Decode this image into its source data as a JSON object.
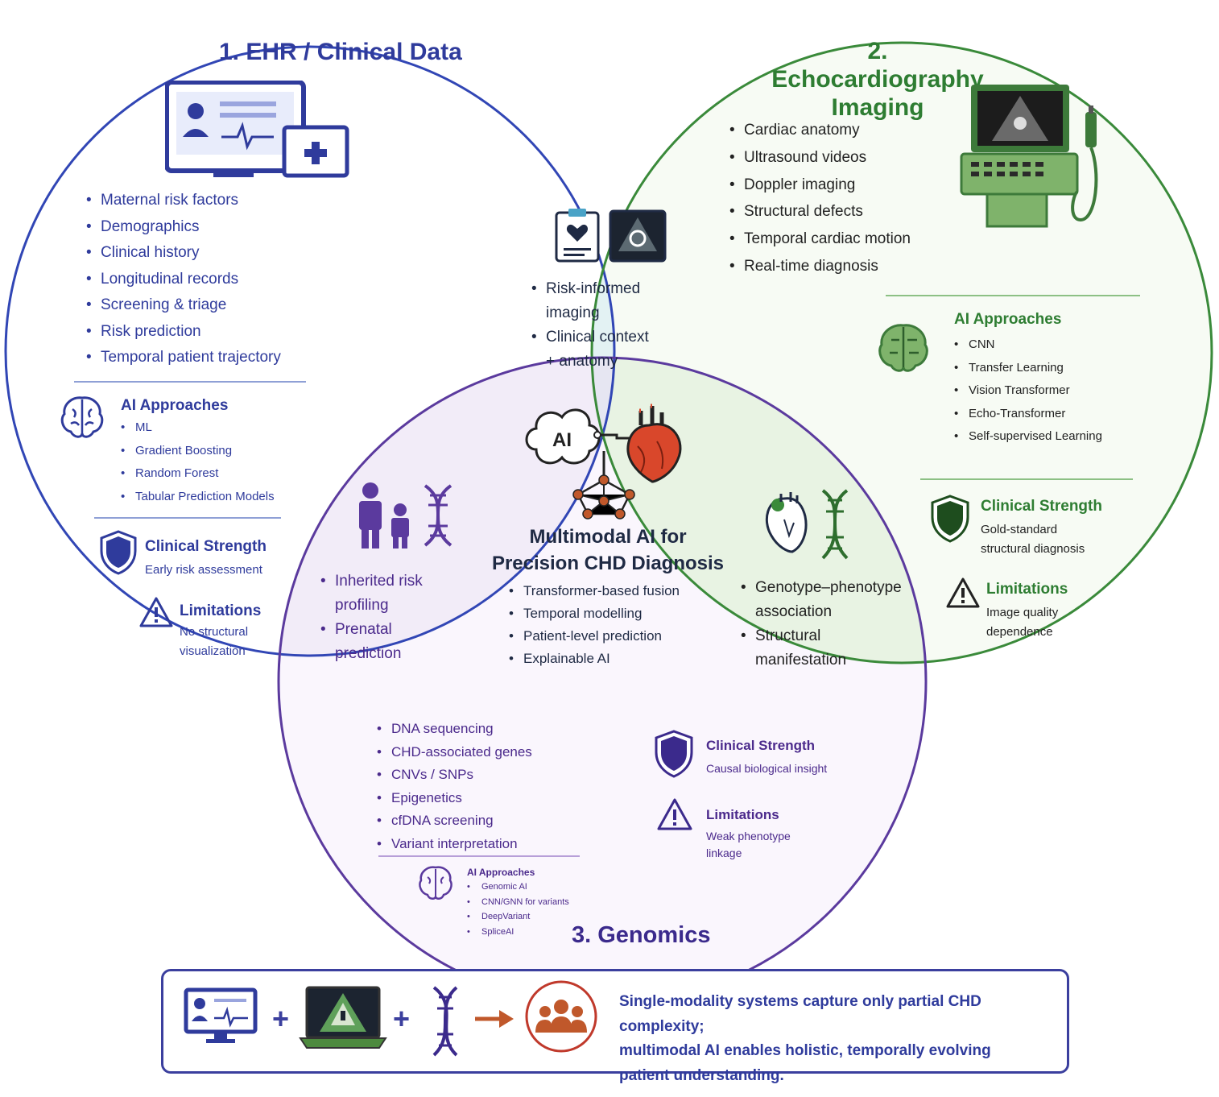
{
  "colors": {
    "ehr": "#2f3b9c",
    "echo": "#2e7d32",
    "genomics": "#5b3a9e",
    "heart": "#c0392b"
  },
  "ehr": {
    "title": "1. EHR / Clinical Data",
    "items": [
      "Maternal risk factors",
      "Demographics",
      "Clinical history",
      "Longitudinal records",
      "Screening & triage",
      "Risk prediction",
      "Temporal patient trajectory"
    ],
    "ai_title": "AI Approaches",
    "ai_items": [
      "ML",
      "Gradient Boosting",
      "Random Forest",
      "Tabular Prediction Models"
    ],
    "strength_title": "Clinical Strength",
    "strength_text": "Early risk assessment",
    "limit_title": "Limitations",
    "limit_text": [
      "No structural",
      "visualization"
    ]
  },
  "echo": {
    "title_lines": [
      "2. Echocardiography",
      "Imaging"
    ],
    "items": [
      "Cardiac anatomy",
      "Ultrasound videos",
      "Doppler imaging",
      "Structural defects",
      "Temporal cardiac motion",
      "Real-time diagnosis"
    ],
    "ai_title": "AI Approaches",
    "ai_items": [
      "CNN",
      "Transfer Learning",
      "Vision Transformer",
      "Echo-Transformer",
      "Self-supervised Learning"
    ],
    "strength_title": "Clinical Strength",
    "strength_text": [
      "Gold-standard",
      "structural diagnosis"
    ],
    "limit_title": "Limitations",
    "limit_text": [
      "Image quality",
      "dependence"
    ]
  },
  "genomics": {
    "title": "3. Genomics",
    "items": [
      "DNA sequencing",
      "CHD-associated genes",
      "CNVs / SNPs",
      "Epigenetics",
      "cfDNA screening",
      "Variant interpretation"
    ],
    "ai_title": "AI Approaches",
    "ai_items": [
      "Genomic AI",
      "CNN/GNN for variants",
      "DeepVariant",
      "SpliceAI"
    ],
    "strength_title": "Clinical Strength",
    "strength_text": "Causal biological insight",
    "limit_title": "Limitations",
    "limit_text": [
      "Weak phenotype",
      "linkage"
    ]
  },
  "overlap_ehr_echo": {
    "items": [
      [
        "Risk-informed",
        "imaging"
      ],
      [
        "Clinical context",
        "+ anatomy"
      ]
    ]
  },
  "overlap_ehr_gen": {
    "items": [
      [
        "Inherited risk",
        "profiling"
      ],
      [
        "Prenatal",
        "prediction"
      ]
    ]
  },
  "overlap_echo_gen": {
    "items": [
      [
        "Genotype–phenotype",
        "association"
      ],
      [
        "Structural",
        "manifestation"
      ]
    ]
  },
  "center": {
    "ai_label": "AI",
    "title_lines": [
      "Multimodal AI for",
      "Precision CHD Diagnosis"
    ],
    "items": [
      "Transformer-based fusion",
      "Temporal modelling",
      "Patient-level prediction",
      "Explainable AI"
    ]
  },
  "banner": {
    "lines": [
      "Single-modality systems capture only partial CHD complexity;",
      "multimodal AI enables holistic, temporally evolving",
      "patient understanding."
    ],
    "icons": [
      "ehr-monitor-icon",
      "ultrasound-laptop-icon",
      "dna-icon",
      "patient-group-icon"
    ]
  }
}
